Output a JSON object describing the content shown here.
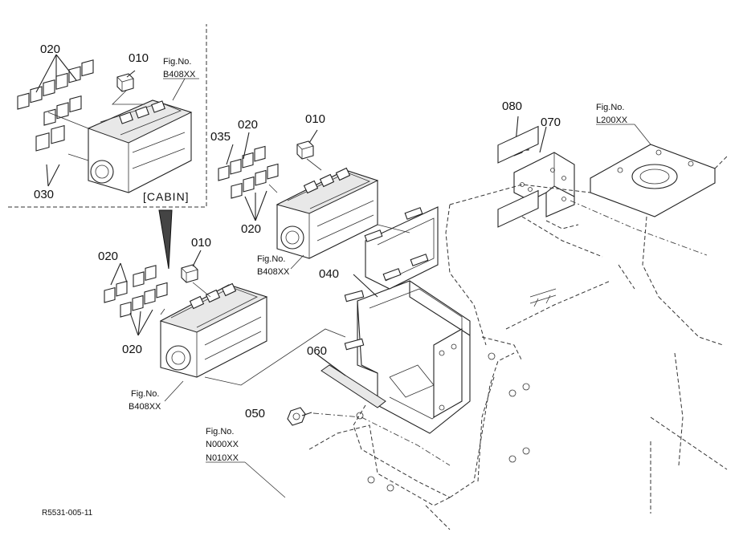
{
  "labels": {
    "p020_a": "020",
    "p010_a": "010",
    "p030": "030",
    "p035": "035",
    "p020_b": "020",
    "p010_b": "010",
    "p020_c": "020",
    "p010_c": "010",
    "p020_d": "020",
    "p020_e": "020",
    "p040": "040",
    "p060": "060",
    "p050": "050",
    "p080": "080",
    "p070": "070"
  },
  "fig_refs": {
    "fig_no_label": "Fig.No.",
    "b408_a": "B408XX",
    "b408_b": "B408XX",
    "b408_c": "B408XX",
    "l200": "L200XX",
    "n000": "N000XX",
    "n010": "N010XX"
  },
  "inset_label": "[CABIN]",
  "drawing_ref": "R5531-005-11"
}
